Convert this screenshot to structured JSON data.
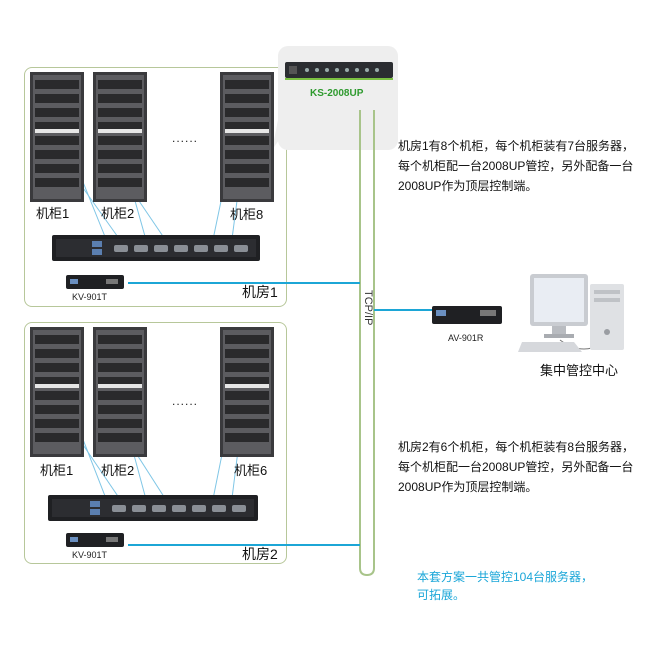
{
  "top_device": {
    "label": "KS-2008UP"
  },
  "network": {
    "label": "TCP/IP"
  },
  "room1": {
    "cabinets": [
      "机柜1",
      "机柜2",
      "机柜8"
    ],
    "dots": "......",
    "kvm_label": "KV-901T",
    "room_label": "机房1"
  },
  "room2": {
    "cabinets": [
      "机柜1",
      "机柜2",
      "机柜6"
    ],
    "dots": "......",
    "kvm_label": "KV-901T",
    "room_label": "机房2"
  },
  "remote": {
    "receiver_label": "AV-901R",
    "center_label": "集中管控中心"
  },
  "descriptions": {
    "room1": "机房1有8个机柜，每个机柜装有7台服务器，每个机柜配一台2008UP管控，另外配备一台2008UP作为顶层控制端。",
    "room2": "机房2有6个机柜，每个机柜装有8台服务器，每个机柜配一台2008UP管控，另外配备一台2008UP作为顶层控制端。"
  },
  "note": "本套方案一共管控104台服务器，可拓展。"
}
